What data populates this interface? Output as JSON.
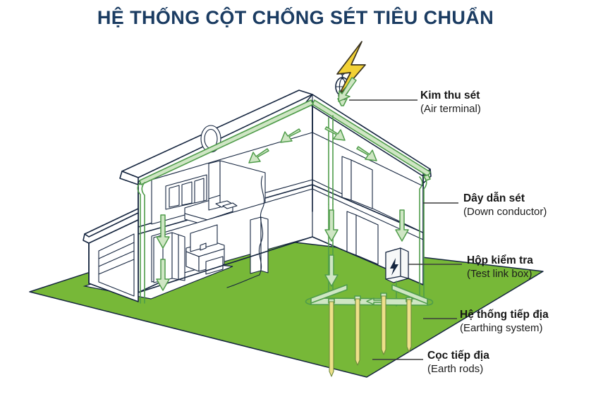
{
  "title": "HỆ THỐNG CỘT CHỐNG SÉT TIÊU CHUẨN",
  "colors": {
    "title_navy": "#1b3c62",
    "outline_navy": "#15253f",
    "conductor_green": "#4f9c4a",
    "conductor_fill": "#cfe6c4",
    "grass_green": "#77b838",
    "rod_yellow": "#eee08a",
    "bolt_yellow": "#f2d135",
    "bolt_outline": "#3a3320",
    "leader_line": "#3c3c3c",
    "wall_white": "#ffffff"
  },
  "callouts": [
    {
      "id": "air-terminal",
      "name_vi": "Kim thu sét",
      "name_en": "(Air terminal)"
    },
    {
      "id": "down-conductor",
      "name_vi": "Dây dẫn sét",
      "name_en": "(Down conductor)"
    },
    {
      "id": "test-link-box",
      "name_vi": "Hộp kiểm tra",
      "name_en": "(Test link box)"
    },
    {
      "id": "earthing-system",
      "name_vi": "Hệ thống tiếp địa",
      "name_en": "(Earthing system)"
    },
    {
      "id": "earth-rods",
      "name_vi": "Cọc tiếp địa",
      "name_en": "(Earth rods)"
    }
  ],
  "scene": {
    "lightning_strike": "lightning-bolt",
    "air_terminal_shape": "onion-bulb-finial",
    "test_box_symbol": "lightning-bolt-glyph",
    "earth_rod_count": 4,
    "down_conductor_count": 2,
    "flow_arrow_count": 8,
    "house_type": "two-storey-cutaway-house-with-garage"
  }
}
